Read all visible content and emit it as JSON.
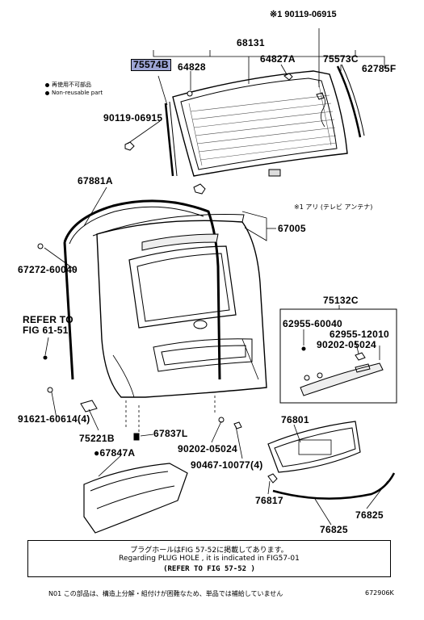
{
  "labels": {
    "p_90119_06915_top": "※1 90119-06915",
    "p_68131": "68131",
    "p_75574B": "75574B",
    "p_64828": "64828",
    "p_64827A": "64827A",
    "p_75573C": "75573C",
    "p_62785F": "62785F",
    "p_90119_06915": "90119-06915",
    "p_67881A": "67881A",
    "p_67005": "67005",
    "p_67272": "67272-60040",
    "p_refer_line1": "REFER TO",
    "p_refer_line2": "FIG 61-51",
    "p_75132C": "75132C",
    "p_62955_60040": "62955-60040",
    "p_62955_12010": "62955-12010",
    "p_90202_05024_b": "90202-05024",
    "p_91621": "91621-60614(4)",
    "p_75221B": "75221B",
    "p_67837L": "67837L",
    "p_67847A": "●67847A",
    "p_90202_05024": "90202-05024",
    "p_90467": "90467-10077(4)",
    "p_76801": "76801",
    "p_76817": "76817",
    "p_76825_a": "76825",
    "p_76825_b": "76825"
  },
  "legend": {
    "reuse_jp": "再使用不可部品",
    "reuse_en": "Non-reusable part"
  },
  "antenna_note": "※1 アリ (テレビ アンテナ)",
  "note": {
    "line1": "プラグホールはFIG 57-52に掲載してあります。",
    "line2": "Regarding PLUG HOLE , it is indicated in FIG57-01",
    "line3": "(REFER TO FIG 57-52 )"
  },
  "footer": {
    "jp": "N01 この部品は、構造上分解・組付けが困難なため、単品では補給していません",
    "code": "672906K"
  },
  "highlight_color": "#9ea6d6"
}
